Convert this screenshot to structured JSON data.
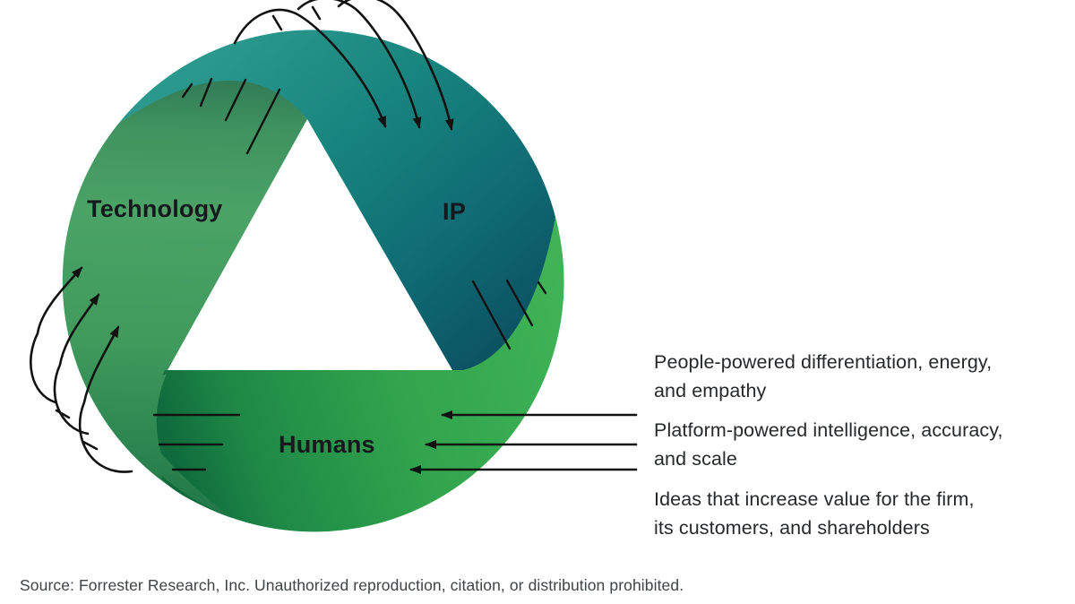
{
  "diagram": {
    "bands": {
      "technology": {
        "label": "Technology",
        "color_main": "#46a061"
      },
      "ip": {
        "label": "IP",
        "color_main": "#17837e"
      },
      "humans": {
        "label": "Humans",
        "color_main": "#31a44d"
      }
    },
    "gradients": {
      "tech": {
        "start": "#2a6e51",
        "mid1": "#3f935f",
        "mid2": "#4ba366",
        "mid3": "#3f9a5c",
        "end": "#1f7547"
      },
      "ip": {
        "start": "#2a988c",
        "mid1": "#17837e",
        "mid2": "#0f6b73",
        "end": "#0b5363"
      },
      "humans": {
        "start": "#3fb355",
        "mid1": "#31a44d",
        "mid2": "#1e8846",
        "end": "#0f6a3c"
      }
    },
    "arrow_color": "#121212",
    "arrow_groups": {
      "top": "curved-arrows-into-ip",
      "left": "curved-arrows-up-technology",
      "right": "straight-arrows-into-humans"
    },
    "notes": [
      {
        "line1": "People-powered differentiation, energy,",
        "line2": "and empathy"
      },
      {
        "line1": "Platform-powered intelligence, accuracy,",
        "line2": "and scale"
      },
      {
        "line1": "Ideas that increase value for the firm,",
        "line2": "its customers, and shareholders"
      }
    ]
  },
  "footer": {
    "source": "Source: Forrester Research, Inc. Unauthorized reproduction, citation, or distribution prohibited."
  }
}
